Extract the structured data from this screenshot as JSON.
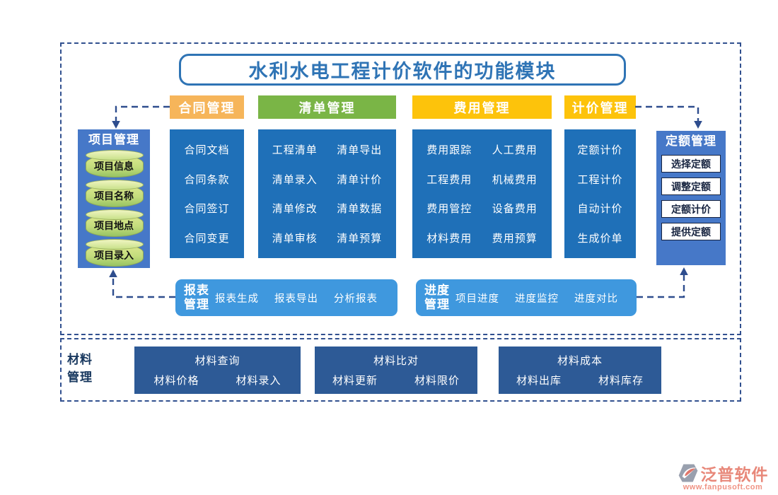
{
  "title": "水利水电工程计价软件的功能模块",
  "panels": {
    "project": {
      "title": "项目管理",
      "items": [
        "项目信息",
        "项目名称",
        "项目地点",
        "项目录入"
      ]
    },
    "quota": {
      "title": "定额管理",
      "buttons": [
        "选择定额",
        "调整定额",
        "定额计价",
        "提供定额"
      ]
    }
  },
  "modules": {
    "contract": {
      "header": "合同管理",
      "items": [
        "合同文档",
        "合同条款",
        "合同签订",
        "合同变更"
      ]
    },
    "inventory": {
      "header": "清单管理",
      "items": [
        "工程清单",
        "清单导出",
        "清单录入",
        "清单计价",
        "清单修改",
        "清单数据",
        "清单审核",
        "清单预算"
      ]
    },
    "cost": {
      "header": "费用管理",
      "items": [
        "费用跟踪",
        "人工费用",
        "工程费用",
        "机械费用",
        "费用管控",
        "设备费用",
        "材料费用",
        "费用预算"
      ]
    },
    "pricing": {
      "header": "计价管理",
      "items": [
        "定额计价",
        "工程计价",
        "自动计价",
        "生成价单"
      ]
    }
  },
  "bars": {
    "report": {
      "label_line1": "报表",
      "label_line2": "管理",
      "items": [
        "报表生成",
        "报表导出",
        "分析报表"
      ]
    },
    "progress": {
      "label_line1": "进度",
      "label_line2": "管理",
      "items": [
        "项目进度",
        "进度监控",
        "进度对比"
      ]
    }
  },
  "material": {
    "label_line1": "材料",
    "label_line2": "管理",
    "groups": [
      {
        "title": "材料查询",
        "items": [
          "材料价格",
          "材料录入"
        ]
      },
      {
        "title": "材料比对",
        "items": [
          "材料更新",
          "材料限价"
        ]
      },
      {
        "title": "材料成本",
        "items": [
          "材料出库",
          "材料库存"
        ]
      }
    ]
  },
  "logo": {
    "brand": "泛普软件",
    "url": "www.fanpusoft.com"
  },
  "colors": {
    "title_blue": "#2f74b5",
    "module_blue": "#1f70b8",
    "panel_blue": "#4678c8",
    "bar_blue": "#3f98de",
    "material_navy": "#2d5a96",
    "header_orange": "#f6b55a",
    "header_green": "#7ab546",
    "header_gold": "#fdc30b",
    "dashed_border": "#31508f",
    "logo_salmon": "#e8887a"
  }
}
